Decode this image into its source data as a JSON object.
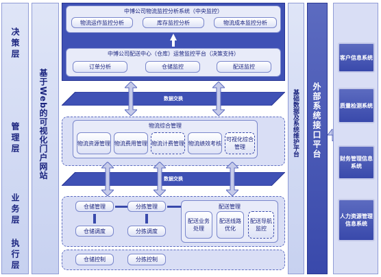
{
  "layers": {
    "decision": "决策层",
    "management": "管理层",
    "business": "业务层",
    "execution": "执行层"
  },
  "portal": {
    "title": "基于Web的可视化门户网站"
  },
  "top": {
    "title": "中博公司物流监控分析系统（中央监控）",
    "items": [
      "物流运作监控分析",
      "库存监控分析",
      "物流成本监控分析"
    ],
    "sub_title": "中博公司配送中心（仓库）运营监控平台（决策支持）",
    "sub_items": [
      "订单分析",
      "仓储监控",
      "配送监控"
    ]
  },
  "exchange1": "数据交换",
  "mid": {
    "title": "物流综合管理",
    "items": [
      "物流资源管理",
      "物流费用管理",
      "物流计费管理",
      "物流绩效考核",
      "可视化综合管理"
    ]
  },
  "exchange2": "数据交换",
  "bottom": {
    "warehouse": "仓储管理",
    "dispatch": "仓储调度",
    "picking": "分拣管理",
    "pick_dispatch": "分拣调度",
    "delivery": "配送管理",
    "delivery_items": [
      "配送业务处理",
      "配送线路优化",
      "配送导航监控"
    ],
    "wh_control": "仓储控制",
    "pick_control": "分拣控制"
  },
  "base": "基础数据及系统维护平台",
  "external": "外部系统接口平台",
  "systems": [
    "客户信息系统",
    "质量检测系统",
    "财务管理信息系统",
    "人力资源管理信息系统"
  ],
  "colors": {
    "dark": "#3f51b5",
    "light": "#d9def5",
    "text": "#1a237e"
  }
}
